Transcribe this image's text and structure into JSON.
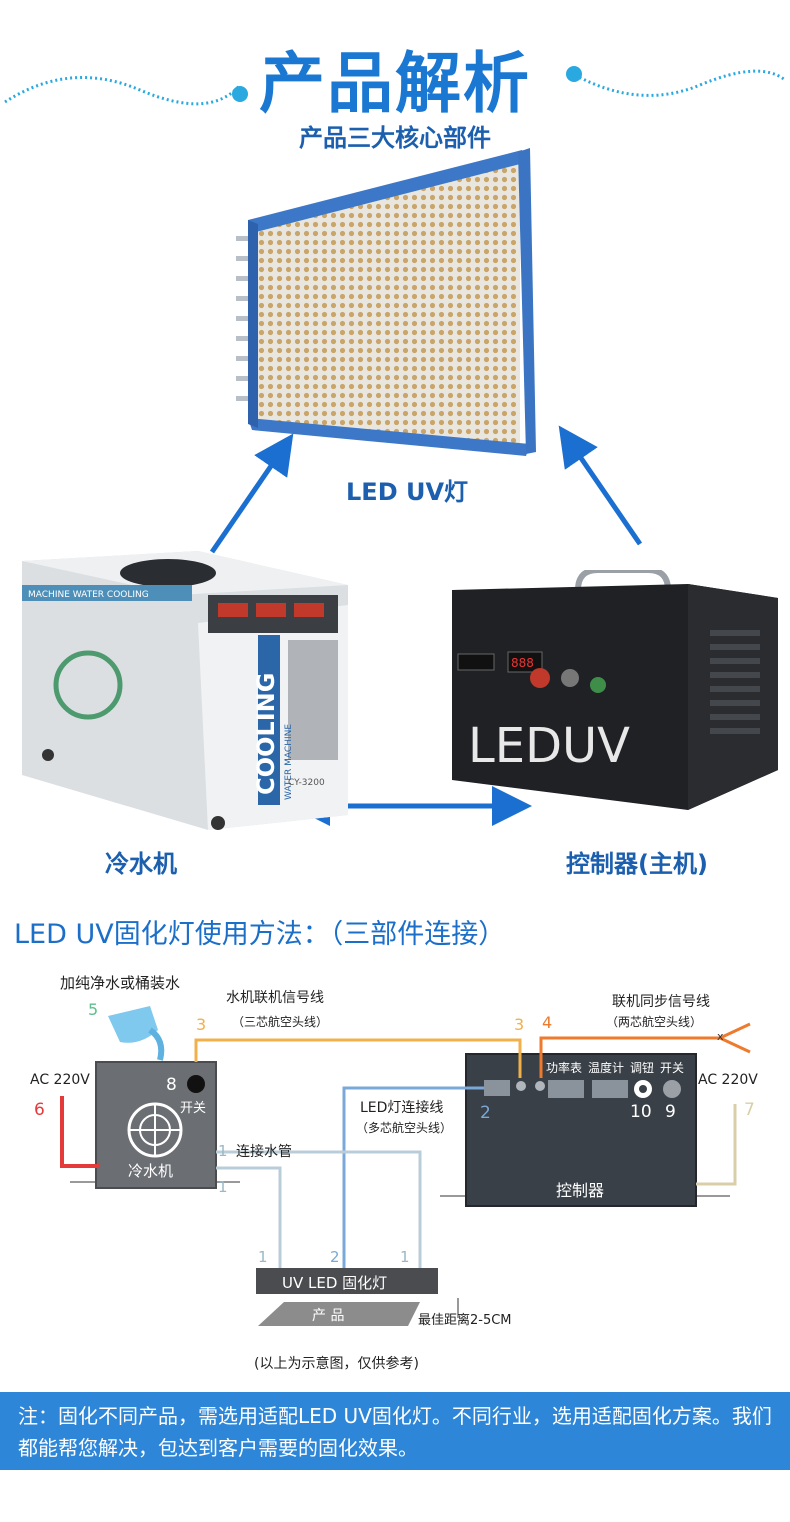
{
  "header": {
    "title": "产品解析",
    "subtitle": "产品三大核心部件"
  },
  "components": {
    "lamp_label": "LED UV灯",
    "chiller_label": "冷水机",
    "controller_label": "控制器(主机)",
    "chiller_panel_cooling": "COOLING",
    "chiller_panel_sub": "WATER MACHINE",
    "chiller_model": "CY-3200",
    "chiller_band": "MACHINE WATER COOLING",
    "controller_brand": "LEDUV"
  },
  "usage": {
    "title": "LED UV固化灯使用方法：（三部件连接）",
    "add_water": "加纯净水或桶装水",
    "n5": "5",
    "signal_cable": "水机联机信号线",
    "signal_cable_sub": "（三芯航空头线）",
    "sync_cable": "联机同步信号线",
    "sync_cable_sub": "（两芯航空头线）",
    "ac_left": "AC 220V",
    "ac_right": "AC 220V",
    "n6": "6",
    "n7": "7",
    "n8": "8",
    "n3a": "3",
    "n3b": "3",
    "n4": "4",
    "n2a": "2",
    "n2b": "2",
    "n1a": "1",
    "n1b": "1",
    "n1c": "1",
    "n1d": "1",
    "n10": "10",
    "n9": "9",
    "switch_chiller": "开关",
    "chiller_name": "冷水机",
    "led_cable": "LED灯连接线",
    "led_cable_sub": "（多芯航空头线）",
    "water_pipe": "连接水管",
    "ctrl_meter": "功率表",
    "ctrl_temp": "温度计",
    "ctrl_knob": "调钮",
    "ctrl_switch": "开关",
    "ctrl_name": "控制器",
    "lamp_name": "UV LED 固化灯",
    "product_name": "产  品",
    "distance": "最佳距离2-5CM",
    "x_mark": "x",
    "disclaimer": "(以上为示意图，仅供参考)"
  },
  "note": {
    "text": "注：固化不同产品，需选用适配LED UV固化灯。不同行业，选用适配固化方案。我们都能帮您解决，包达到客户需要的固化效果。"
  },
  "colors": {
    "brand_blue": "#1a78d2",
    "note_bg": "#2d86d7",
    "cable_orange": "#f2a93b",
    "cable_red": "#e53a3a",
    "cable_blue": "#7aa8d8",
    "pipe_gray": "#b9cdd8"
  }
}
